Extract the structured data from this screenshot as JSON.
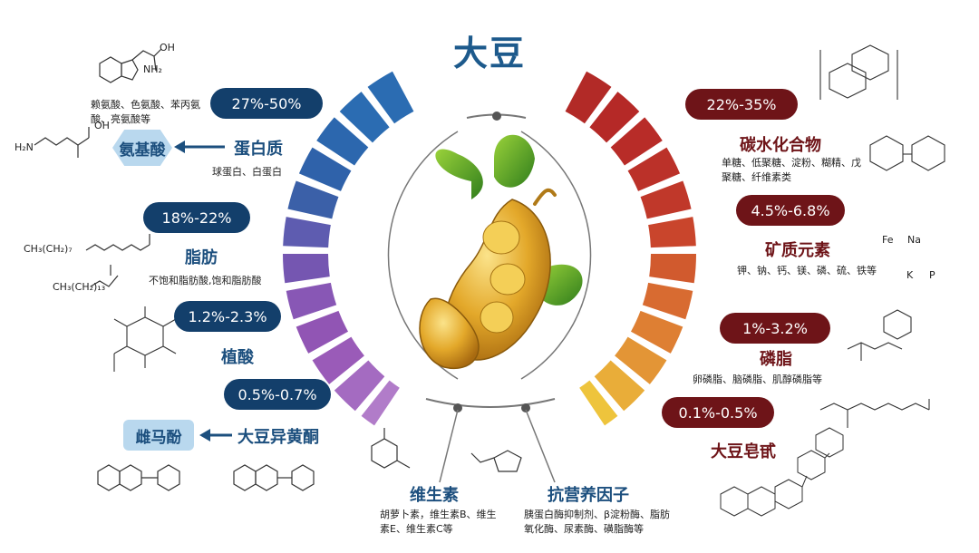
{
  "title": "大豆",
  "left": {
    "protein": {
      "pct": "27%-50%",
      "name": "蛋白质",
      "sub": "球蛋白、白蛋白",
      "tag": "氨基酸",
      "amino_list": "赖氨酸、色氨酸、苯丙氨酸、亮氨酸等"
    },
    "fat": {
      "pct": "18%-22%",
      "name": "脂肪",
      "sub": "不饱和脂肪酸,饱和脂肪酸"
    },
    "phytic": {
      "pct": "1.2%-2.3%",
      "name": "植酸"
    },
    "isoflavone": {
      "pct": "0.5%-0.7%",
      "name": "大豆异黄酮",
      "tag": "雌马酚"
    }
  },
  "right": {
    "carb": {
      "pct": "22%-35%",
      "name": "碳水化合物",
      "sub": "单糖、低聚糖、淀粉、糊精、戊聚糖、纤维素类"
    },
    "mineral": {
      "pct": "4.5%-6.8%",
      "name": "矿质元素",
      "sub": "钾、钠、钙、镁、磷、硫、铁等",
      "elements": [
        "Fe",
        "Na",
        "K",
        "P"
      ]
    },
    "phospholipid": {
      "pct": "1%-3.2%",
      "name": "磷脂",
      "sub": "卵磷脂、脑磷脂、肌醇磷脂等"
    },
    "saponin": {
      "pct": "0.1%-0.5%",
      "name": "大豆皂甙"
    }
  },
  "bottom": {
    "vitamin": {
      "name": "维生素",
      "sub": "胡萝卜素，维生素B、维生素E、维生素C等"
    },
    "anti": {
      "name": "抗营养因子",
      "sub": "胰蛋白酶抑制剂、β淀粉酶、脂肪氧化酶、尿素酶、磺脂酶等"
    }
  },
  "colors": {
    "blue_dark": "#133f6b",
    "red_dark": "#6e1418",
    "tag_light": "#b9d8ee",
    "title": "#1d5a8c"
  },
  "icons": [
    "soybean-pod",
    "arrow-left-icon",
    "molecule-structure"
  ]
}
